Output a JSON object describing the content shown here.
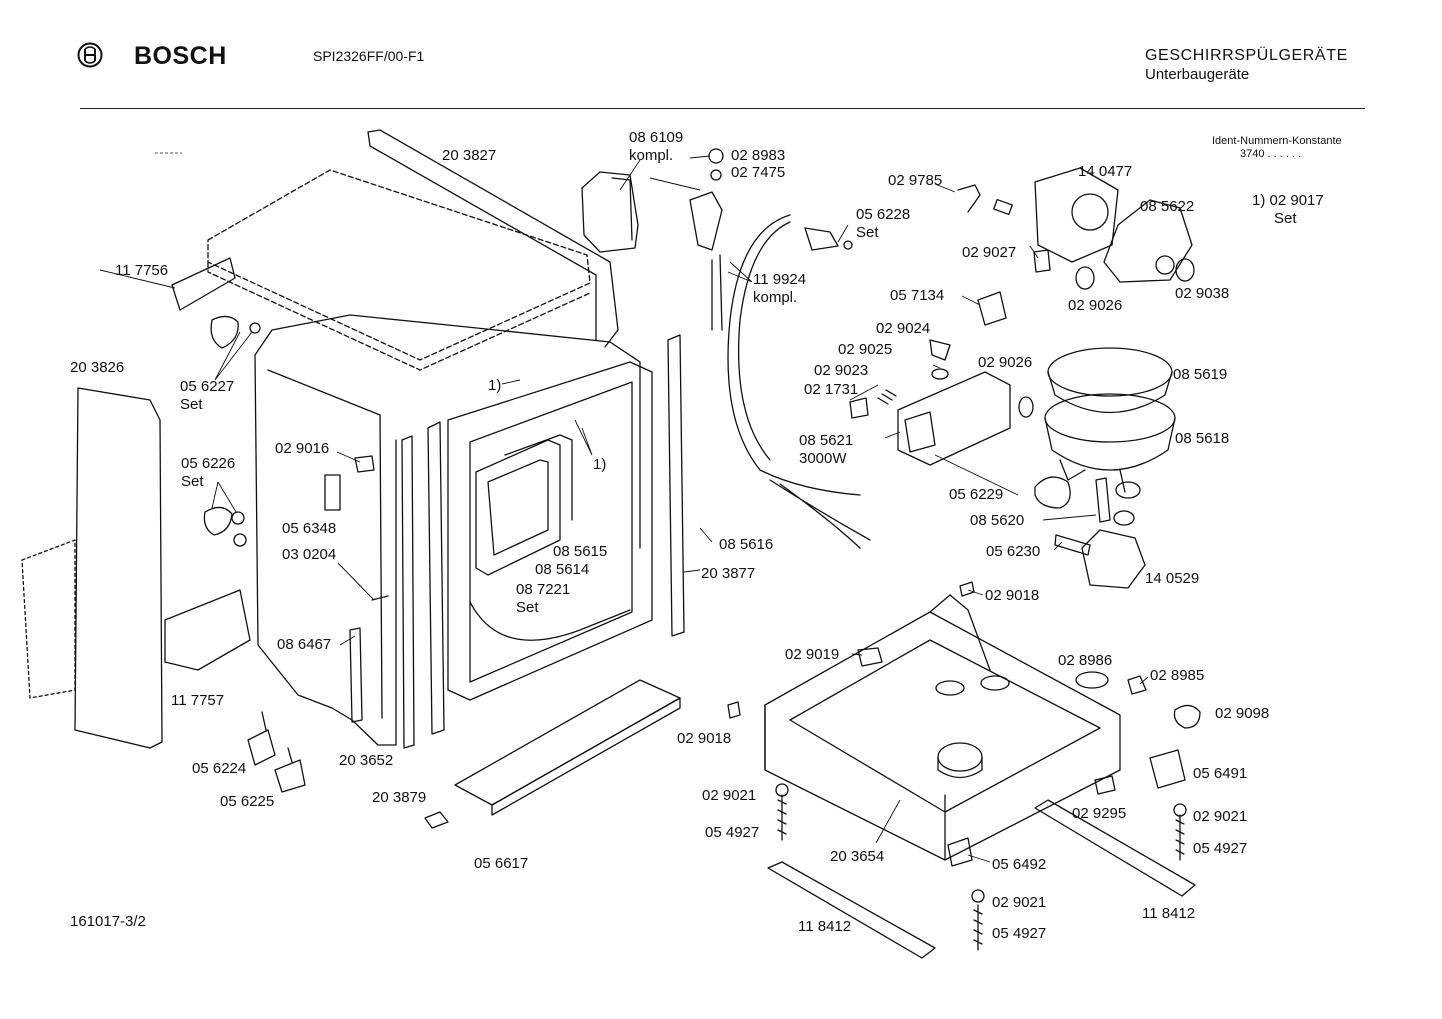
{
  "header": {
    "brand": "BOSCH",
    "model": "SPI2326FF/00-F1",
    "category_line1": "GESCHIRRSPÜLGERÄTE",
    "category_line2": "Unterbaugeräte",
    "ident_title": "Ident-Nummern-Konstante",
    "ident_value": "3740  . .  . . . ."
  },
  "footer": {
    "drawing_number": "161017-3/2"
  },
  "labels": [
    {
      "lines": [
        "20 3827"
      ]
    },
    {
      "lines": [
        "11 7756"
      ]
    },
    {
      "lines": [
        "20 3826"
      ]
    },
    {
      "lines": [
        "05 6227",
        "Set"
      ]
    },
    {
      "lines": [
        "05 6226",
        "Set"
      ]
    },
    {
      "lines": [
        "02 9016"
      ]
    },
    {
      "lines": [
        "05 6348"
      ]
    },
    {
      "lines": [
        "03 0204"
      ]
    },
    {
      "lines": [
        "08 6467"
      ]
    },
    {
      "lines": [
        "11 7757"
      ]
    },
    {
      "lines": [
        "05 6224"
      ]
    },
    {
      "lines": [
        "05 6225"
      ]
    },
    {
      "lines": [
        "20 3652"
      ]
    },
    {
      "lines": [
        "20 3879"
      ]
    },
    {
      "lines": [
        "05 6617"
      ]
    },
    {
      "lines": [
        "1)"
      ]
    },
    {
      "lines": [
        "1)"
      ]
    },
    {
      "lines": [
        "08 5615"
      ]
    },
    {
      "lines": [
        "08 5614"
      ]
    },
    {
      "lines": [
        "08 7221",
        "Set"
      ]
    },
    {
      "lines": [
        "08 5616"
      ]
    },
    {
      "lines": [
        "20 3877"
      ]
    },
    {
      "lines": [
        "08 6109",
        "kompl."
      ]
    },
    {
      "lines": [
        "02 8983"
      ]
    },
    {
      "lines": [
        "02 7475"
      ]
    },
    {
      "lines": [
        "11 9924",
        "kompl."
      ]
    },
    {
      "lines": [
        "05 6228",
        "Set"
      ]
    },
    {
      "lines": [
        "02 9785"
      ]
    },
    {
      "lines": [
        "14 0477"
      ]
    },
    {
      "lines": [
        "08 5622"
      ]
    },
    {
      "lines": [
        "1) 02 9017",
        "Set"
      ]
    },
    {
      "lines": [
        "02 9027"
      ]
    },
    {
      "lines": [
        "02 9026"
      ]
    },
    {
      "lines": [
        "02 9038"
      ]
    },
    {
      "lines": [
        "05 7134"
      ]
    },
    {
      "lines": [
        "02 9024"
      ]
    },
    {
      "lines": [
        "02 9025"
      ]
    },
    {
      "lines": [
        "02 9023"
      ]
    },
    {
      "lines": [
        "02 1731"
      ]
    },
    {
      "lines": [
        "02 9026"
      ]
    },
    {
      "lines": [
        "08 5619"
      ]
    },
    {
      "lines": [
        "08 5618"
      ]
    },
    {
      "lines": [
        "08 5621",
        "3000W"
      ]
    },
    {
      "lines": [
        "05 6229"
      ]
    },
    {
      "lines": [
        "08 5620"
      ]
    },
    {
      "lines": [
        "05 6230"
      ]
    },
    {
      "lines": [
        "14 0529"
      ]
    },
    {
      "lines": [
        "02 9018"
      ]
    },
    {
      "lines": [
        "02 9019"
      ]
    },
    {
      "lines": [
        "02 8986"
      ]
    },
    {
      "lines": [
        "02 8985"
      ]
    },
    {
      "lines": [
        "02 9098"
      ]
    },
    {
      "lines": [
        "02 9018"
      ]
    },
    {
      "lines": [
        "05 6491"
      ]
    },
    {
      "lines": [
        "02 9021"
      ]
    },
    {
      "lines": [
        "02 9295"
      ]
    },
    {
      "lines": [
        "02 9021"
      ]
    },
    {
      "lines": [
        "05 4927"
      ]
    },
    {
      "lines": [
        "05 4927"
      ]
    },
    {
      "lines": [
        "20 3654"
      ]
    },
    {
      "lines": [
        "05 6492"
      ]
    },
    {
      "lines": [
        "02 9021"
      ]
    },
    {
      "lines": [
        "05 4927"
      ]
    },
    {
      "lines": [
        "11 8412"
      ]
    },
    {
      "lines": [
        "11 8412"
      ]
    }
  ]
}
